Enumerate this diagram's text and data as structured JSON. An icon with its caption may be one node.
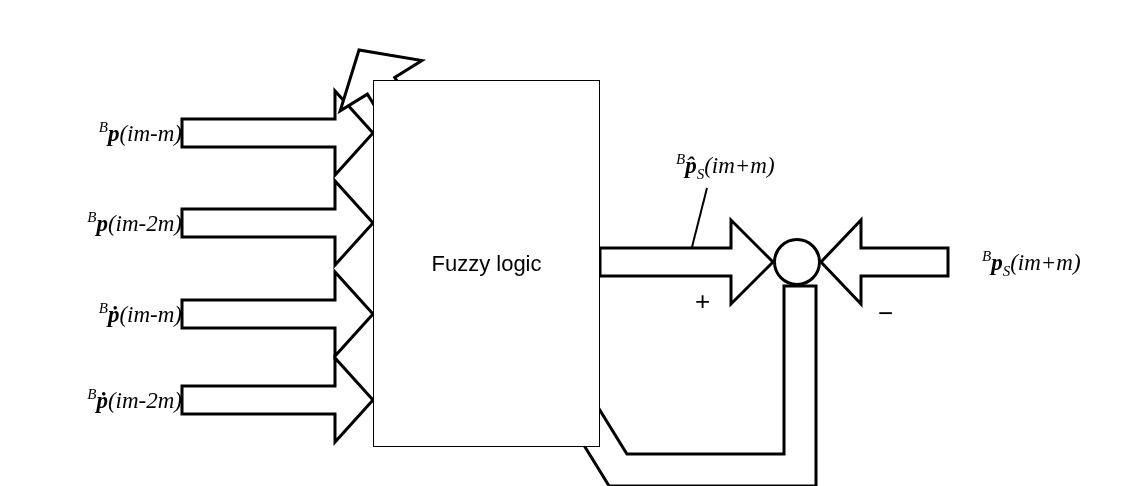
{
  "diagram": {
    "nodes": [
      {
        "text": [
          "Fuzzy logic"
        ]
      },
      {
        "text": [
          "$^{B}$**p**(im-m)"
        ]
      },
      {
        "text": [
          "$^{B}$**p**(im-2m)"
        ]
      },
      {
        "text": [
          "$^{B}$**ṗ**(im-m)"
        ]
      },
      {
        "text": [
          "$^{B}$**ṗ**(im-2m)"
        ]
      },
      {
        "text": [],
        "shape": "circle"
      },
      {
        "text": [
          "$^{B}$**p**$_{S}$(im+m)"
        ]
      }
    ],
    "edges": [
      {
        "from": 1,
        "to": 0,
        "arrow": "to"
      },
      {
        "from": 2,
        "to": 0,
        "arrow": "to"
      },
      {
        "from": 3,
        "to": 0,
        "arrow": "to"
      },
      {
        "from": 4,
        "to": 0,
        "arrow": "to"
      },
      {
        "from": 0,
        "to": 5,
        "arrow": "to",
        "label": "$^{B}$**p̂**$_{S}$(im+m)"
      },
      {
        "from": 6,
        "to": 5,
        "arrow": "to"
      },
      {
        "from": 5,
        "to": null,
        "arrow": "to"
      }
    ],
    "labels": [
      "+",
      "−"
    ]
  }
}
